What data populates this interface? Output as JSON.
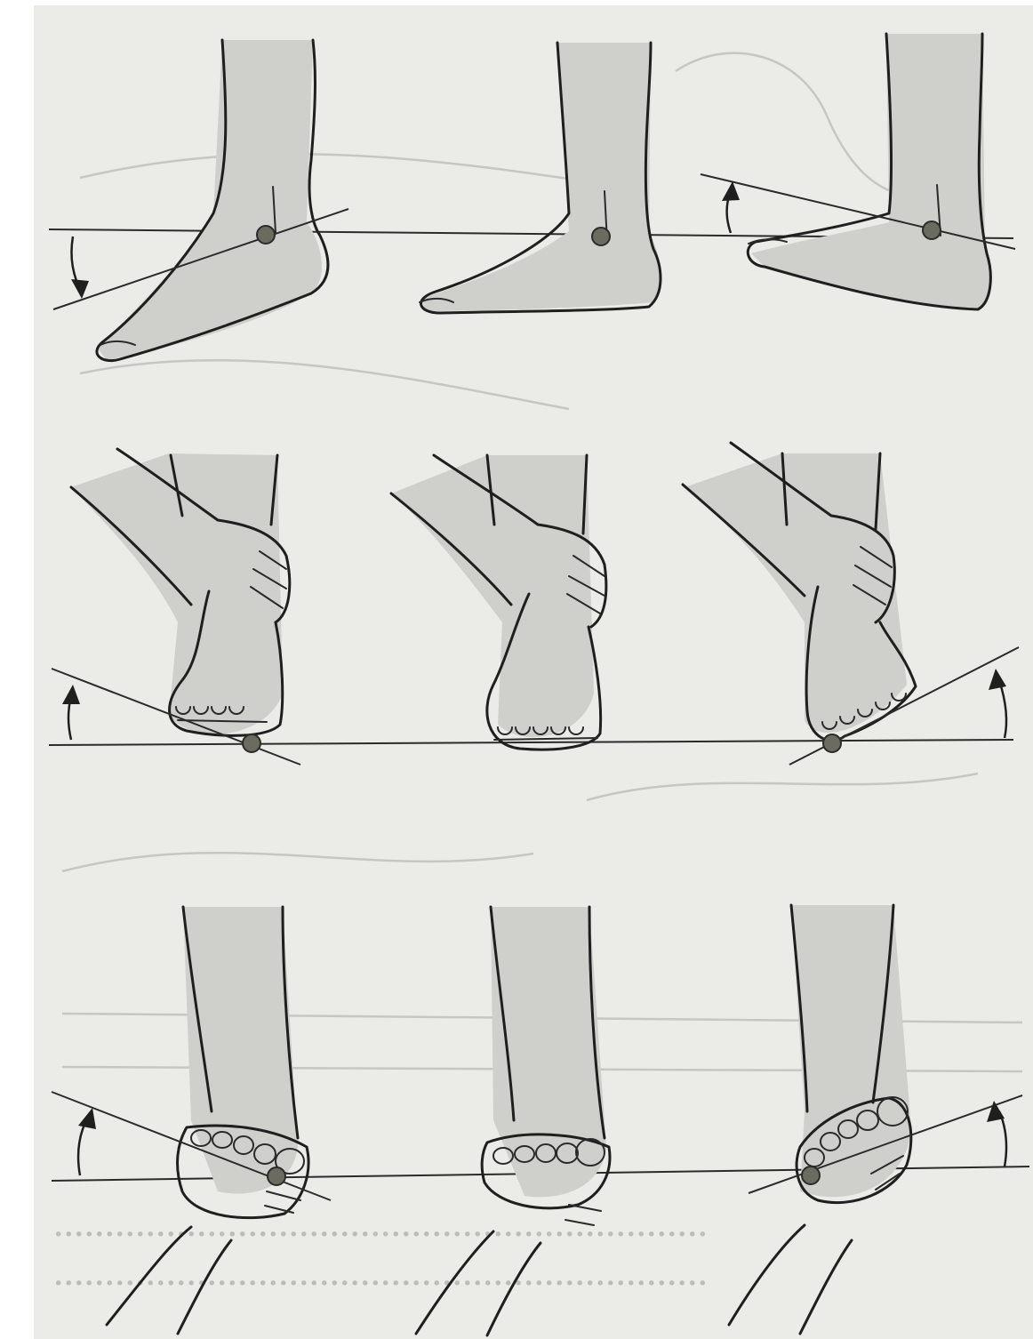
{
  "figure": {
    "background_color": "#ebebe7",
    "ink_color": "#1f1f1f",
    "pivot_color": "#6b6b60",
    "rows": [
      {
        "name": "row-lateral-foot",
        "panels": [
          {
            "name": "plantar-flexion",
            "motion_arrow": "down"
          },
          {
            "name": "neutral",
            "motion_arrow": "none"
          },
          {
            "name": "dorsiflexion",
            "motion_arrow": "up"
          }
        ]
      },
      {
        "name": "row-front-foot-hand-hold",
        "panels": [
          {
            "name": "tilt-left",
            "motion_arrow": "up-left"
          },
          {
            "name": "neutral",
            "motion_arrow": "none"
          },
          {
            "name": "tilt-right",
            "motion_arrow": "up-right"
          }
        ]
      },
      {
        "name": "row-sole-view-hand-hold",
        "panels": [
          {
            "name": "rotation-left",
            "motion_arrow": "up-left"
          },
          {
            "name": "neutral",
            "motion_arrow": "none"
          },
          {
            "name": "rotation-right",
            "motion_arrow": "up-right"
          }
        ]
      }
    ]
  }
}
